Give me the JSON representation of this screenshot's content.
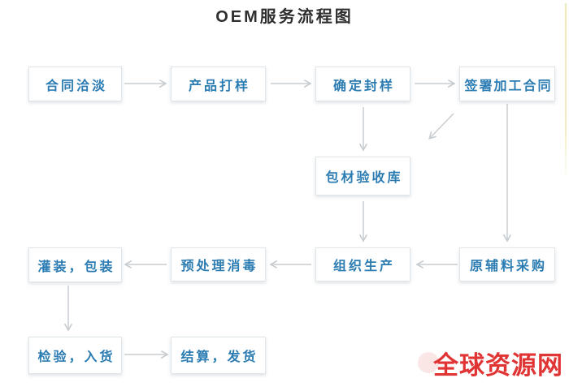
{
  "title": "OEM服务流程图",
  "flowchart": {
    "nodes": [
      {
        "id": "contract-negotiation",
        "label": "合同洽淡"
      },
      {
        "id": "product-sampling",
        "label": "产品打样"
      },
      {
        "id": "confirm-sealed-sample",
        "label": "确定封样"
      },
      {
        "id": "sign-processing-contract",
        "label": "签署加工合同"
      },
      {
        "id": "packaging-material-acceptance",
        "label": "包材验收库"
      },
      {
        "id": "raw-material-purchase",
        "label": "原辅料采购"
      },
      {
        "id": "organize-production",
        "label": "组织生产"
      },
      {
        "id": "pretreatment-disinfection",
        "label": "预处理消毒"
      },
      {
        "id": "filling-packaging",
        "label": "灌装，包装"
      },
      {
        "id": "inspection-warehousing",
        "label": "检验，入货"
      },
      {
        "id": "settlement-shipping",
        "label": "结算，发货"
      }
    ],
    "colors": {
      "node_text": "#2b7cb2",
      "node_border": "#e0e5ea",
      "arrow": "#c6cbd0",
      "title_text": "#2e2e2e",
      "watermark_red": "#e13434"
    }
  },
  "watermark": {
    "text": "全球资源网"
  }
}
